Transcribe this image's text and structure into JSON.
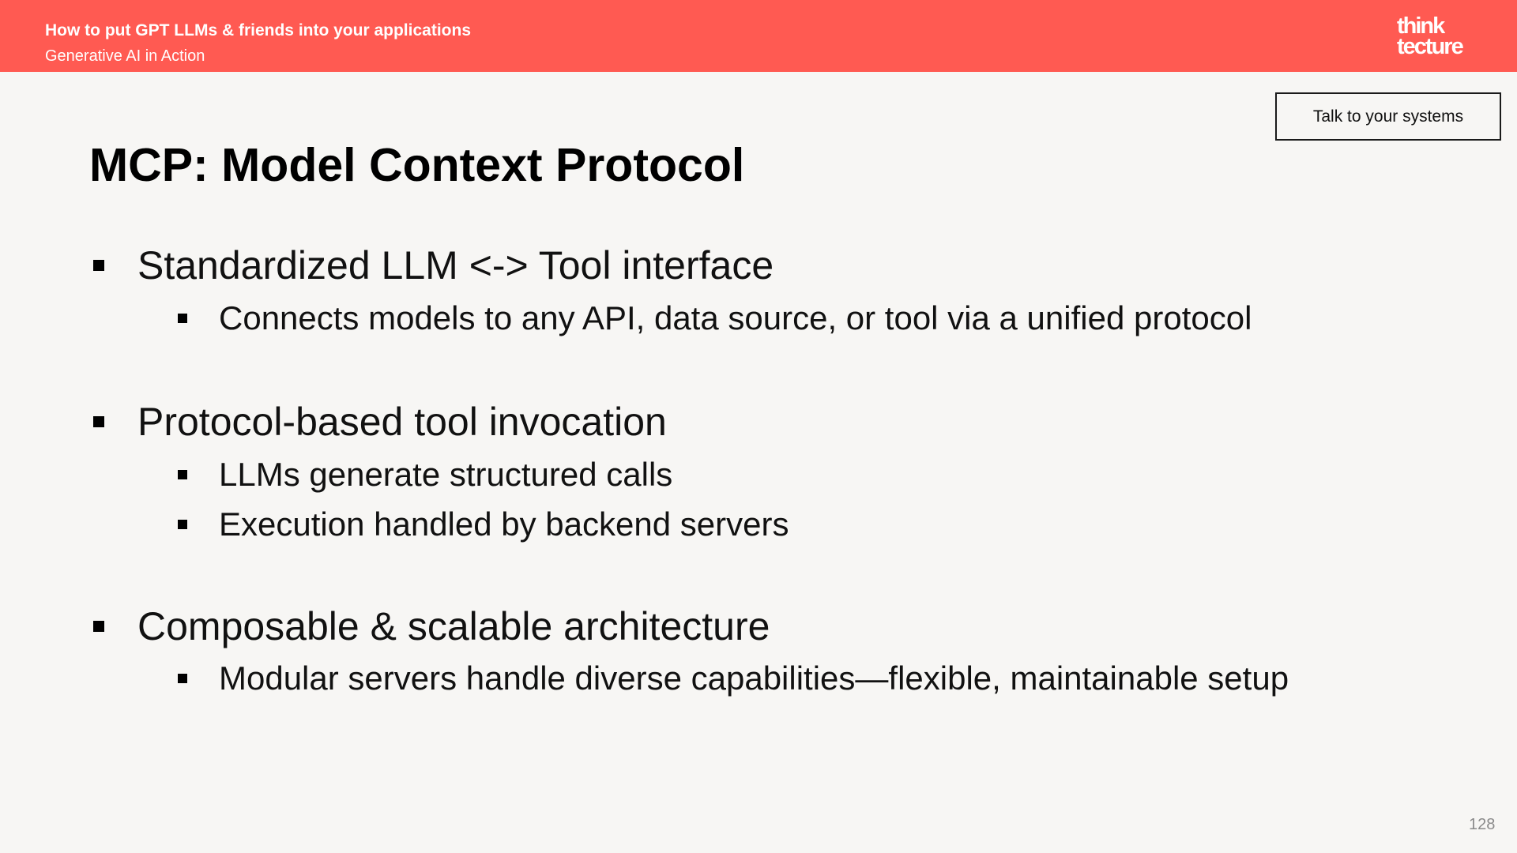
{
  "header": {
    "title": "How to put GPT LLMs & friends into your applications",
    "subtitle": "Generative AI in Action",
    "logo_line1": "think",
    "logo_line2": "tecture"
  },
  "tag": "Talk to your systems",
  "slide": {
    "title": "MCP: Model Context Protocol",
    "bullets": [
      {
        "text": "Standardized LLM <-> Tool interface",
        "subitems": [
          "Connects models to any API, data source, or tool via a unified protocol"
        ]
      },
      {
        "text": "Protocol-based tool invocation",
        "subitems": [
          "LLMs generate structured calls",
          "Execution handled by backend servers"
        ]
      },
      {
        "text": "Composable & scalable architecture",
        "subitems": [
          "Modular servers handle diverse capabilities—flexible, maintainable setup"
        ]
      }
    ]
  },
  "page_number": "128",
  "colors": {
    "header": "#ff5a52",
    "background": "#f7f6f4",
    "text": "#111111"
  }
}
